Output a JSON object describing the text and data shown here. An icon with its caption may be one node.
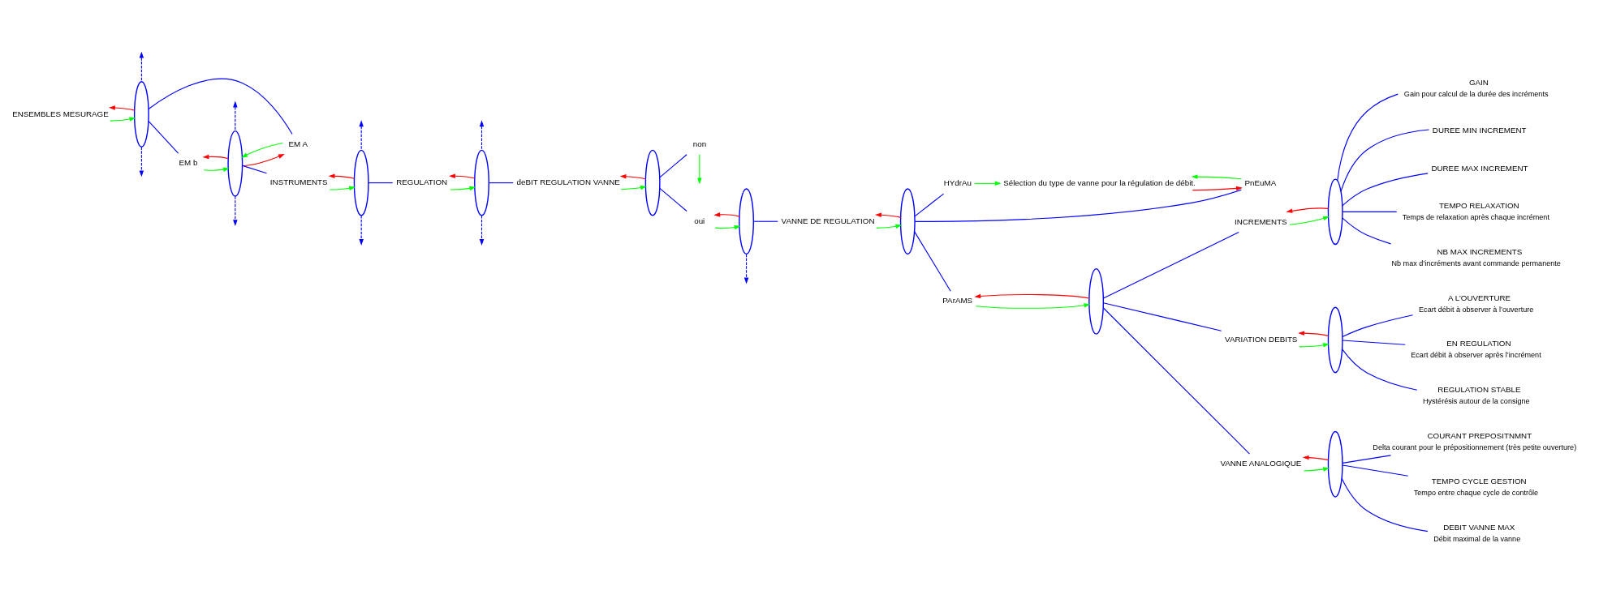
{
  "diagram": {
    "nodes": [
      {
        "text": [
          "ENSEMBLES MESURAGE"
        ]
      },
      {
        "text": [],
        "shape": "ellipse"
      },
      {
        "text": [
          "EM A"
        ]
      },
      {
        "text": [
          "EM b"
        ]
      },
      {
        "text": [],
        "shape": "ellipse"
      },
      {
        "text": [
          "INSTRUMENTS"
        ]
      },
      {
        "text": [],
        "shape": "ellipse"
      },
      {
        "text": [
          "REGULATION"
        ]
      },
      {
        "text": [],
        "shape": "ellipse"
      },
      {
        "text": [
          "deBIT REGULATION VANNE"
        ]
      },
      {
        "text": [],
        "shape": "ellipse"
      },
      {
        "text": [
          "non"
        ]
      },
      {
        "text": [
          "oui"
        ]
      },
      {
        "text": [],
        "shape": "ellipse"
      },
      {
        "text": [
          "VANNE DE REGULATION"
        ]
      },
      {
        "text": [],
        "shape": "ellipse"
      },
      {
        "text": [
          "HYdrAu"
        ]
      },
      {
        "text": [
          "PnEuMA"
        ]
      },
      {
        "text": [
          "PArAMS"
        ]
      },
      {
        "text": [
          "Sélection du type de vanne pour la régulation de débit."
        ]
      },
      {
        "text": [],
        "shape": "ellipse"
      },
      {
        "text": [
          "INCREMENTS"
        ]
      },
      {
        "text": [
          "VARIATION DEBITS"
        ]
      },
      {
        "text": [
          "VANNE ANALOGIQUE"
        ]
      },
      {
        "text": [],
        "shape": "ellipse"
      },
      {
        "text": [
          "GAIN"
        ],
        "beside": [
          "Gain pour calcul de la durée des incréments"
        ]
      },
      {
        "text": [
          "DUREE MIN INCREMENT"
        ]
      },
      {
        "text": [
          "DUREE MAX INCREMENT"
        ]
      },
      {
        "text": [
          "TEMPO RELAXATION"
        ],
        "beside": [
          "Temps de relaxation après chaque incrément"
        ]
      },
      {
        "text": [
          "NB MAX INCREMENTS"
        ],
        "beside": [
          "Nb max d’incréments avant commande permanente"
        ]
      },
      {
        "text": [],
        "shape": "ellipse"
      },
      {
        "text": [
          "A L’OUVERTURE"
        ],
        "beside": [
          "Ecart débit à observer à l’ouverture"
        ]
      },
      {
        "text": [
          "EN REGULATION"
        ],
        "beside": [
          "Ecart débit à observer après l’incrément"
        ]
      },
      {
        "text": [
          "REGULATION STABLE"
        ],
        "beside": [
          "Hystérésis autour de la consigne"
        ]
      },
      {
        "text": [],
        "shape": "ellipse"
      },
      {
        "text": [
          "COURANT PREPOSITNMNT"
        ],
        "beside": [
          "Delta courant pour le prépositionnement (très petite ouverture)"
        ]
      },
      {
        "text": [
          "TEMPO CYCLE GESTION"
        ],
        "beside": [
          "Tempo entre chaque cycle de contrôle"
        ]
      },
      {
        "text": [
          "DEBIT VANNE MAX"
        ],
        "beside": [
          "Débit maximal de la vanne"
        ]
      }
    ],
    "edges": [
      {
        "from": 0,
        "to": 1,
        "arrow": "to",
        "color": "#00ff00"
      },
      {
        "from": 1,
        "to": 0,
        "arrow": "to",
        "color": "#ff0000"
      },
      {
        "from": 1,
        "to": null,
        "arrow": "to",
        "style": "dashed"
      },
      {
        "from": 1,
        "to": null,
        "arrow": "to",
        "style": "dashed"
      },
      {
        "from": 1,
        "to": 2,
        "arrow": "none"
      },
      {
        "from": 1,
        "to": 3,
        "arrow": "none"
      },
      {
        "from": 2,
        "to": 4,
        "arrow": "to",
        "color": "#00ff00"
      },
      {
        "from": 4,
        "to": 2,
        "arrow": "to",
        "color": "#ff0000"
      },
      {
        "from": 3,
        "to": 4,
        "arrow": "to",
        "color": "#00ff00"
      },
      {
        "from": 4,
        "to": 3,
        "arrow": "to",
        "color": "#ff0000"
      },
      {
        "from": 4,
        "to": null,
        "arrow": "to",
        "style": "dashed"
      },
      {
        "from": 4,
        "to": null,
        "arrow": "to",
        "style": "dashed"
      },
      {
        "from": 4,
        "to": 5,
        "arrow": "none"
      },
      {
        "from": 5,
        "to": 6,
        "arrow": "to",
        "color": "#00ff00"
      },
      {
        "from": 6,
        "to": 5,
        "arrow": "to",
        "color": "#ff0000"
      },
      {
        "from": 6,
        "to": null,
        "arrow": "to",
        "style": "dashed"
      },
      {
        "from": 6,
        "to": null,
        "arrow": "to",
        "style": "dashed"
      },
      {
        "from": 6,
        "to": 7,
        "arrow": "none"
      },
      {
        "from": 7,
        "to": 8,
        "arrow": "to",
        "color": "#00ff00"
      },
      {
        "from": 8,
        "to": 7,
        "arrow": "to",
        "color": "#ff0000"
      },
      {
        "from": 8,
        "to": null,
        "arrow": "to",
        "style": "dashed"
      },
      {
        "from": 8,
        "to": null,
        "arrow": "to",
        "style": "dashed"
      },
      {
        "from": 8,
        "to": 9,
        "arrow": "none"
      },
      {
        "from": 9,
        "to": 10,
        "arrow": "to",
        "color": "#00ff00"
      },
      {
        "from": 10,
        "to": 9,
        "arrow": "to",
        "color": "#ff0000"
      },
      {
        "from": 10,
        "to": 11,
        "arrow": "none"
      },
      {
        "from": 10,
        "to": 12,
        "arrow": "none"
      },
      {
        "from": 11,
        "to": null,
        "arrow": "to",
        "color": "#00ff00"
      },
      {
        "from": 12,
        "to": 13,
        "arrow": "to",
        "color": "#00ff00"
      },
      {
        "from": 13,
        "to": 12,
        "arrow": "to",
        "color": "#ff0000"
      },
      {
        "from": 13,
        "to": null,
        "arrow": "to",
        "style": "dashed"
      },
      {
        "from": 13,
        "to": 14,
        "arrow": "none"
      },
      {
        "from": 14,
        "to": 15,
        "arrow": "to",
        "color": "#00ff00"
      },
      {
        "from": 15,
        "to": 14,
        "arrow": "to",
        "color": "#ff0000"
      },
      {
        "from": 15,
        "to": 16,
        "arrow": "none"
      },
      {
        "from": 15,
        "to": 17,
        "arrow": "none"
      },
      {
        "from": 15,
        "to": 18,
        "arrow": "none"
      },
      {
        "from": 16,
        "to": 19,
        "arrow": "to",
        "color": "#00ff00"
      },
      {
        "from": 17,
        "to": 19,
        "arrow": "to",
        "color": "#00ff00"
      },
      {
        "from": 19,
        "to": 17,
        "arrow": "to",
        "color": "#ff0000"
      },
      {
        "from": 18,
        "to": 20,
        "arrow": "to",
        "color": "#00ff00"
      },
      {
        "from": 20,
        "to": 18,
        "arrow": "to",
        "color": "#ff0000"
      },
      {
        "from": 20,
        "to": 21,
        "arrow": "none"
      },
      {
        "from": 20,
        "to": 22,
        "arrow": "none"
      },
      {
        "from": 20,
        "to": 23,
        "arrow": "none"
      },
      {
        "from": 21,
        "to": 24,
        "arrow": "to",
        "color": "#00ff00"
      },
      {
        "from": 24,
        "to": 21,
        "arrow": "to",
        "color": "#ff0000"
      },
      {
        "from": 24,
        "to": 25,
        "arrow": "none"
      },
      {
        "from": 24,
        "to": 26,
        "arrow": "none"
      },
      {
        "from": 24,
        "to": 27,
        "arrow": "none"
      },
      {
        "from": 24,
        "to": 28,
        "arrow": "none"
      },
      {
        "from": 24,
        "to": 29,
        "arrow": "none"
      },
      {
        "from": 22,
        "to": 30,
        "arrow": "to",
        "color": "#00ff00"
      },
      {
        "from": 30,
        "to": 22,
        "arrow": "to",
        "color": "#ff0000"
      },
      {
        "from": 30,
        "to": 31,
        "arrow": "none"
      },
      {
        "from": 30,
        "to": 32,
        "arrow": "none"
      },
      {
        "from": 30,
        "to": 33,
        "arrow": "none"
      },
      {
        "from": 23,
        "to": 34,
        "arrow": "to",
        "color": "#00ff00"
      },
      {
        "from": 34,
        "to": 23,
        "arrow": "to",
        "color": "#ff0000"
      },
      {
        "from": 34,
        "to": 35,
        "arrow": "none"
      },
      {
        "from": 34,
        "to": 36,
        "arrow": "none"
      },
      {
        "from": 34,
        "to": 37,
        "arrow": "none"
      }
    ]
  }
}
